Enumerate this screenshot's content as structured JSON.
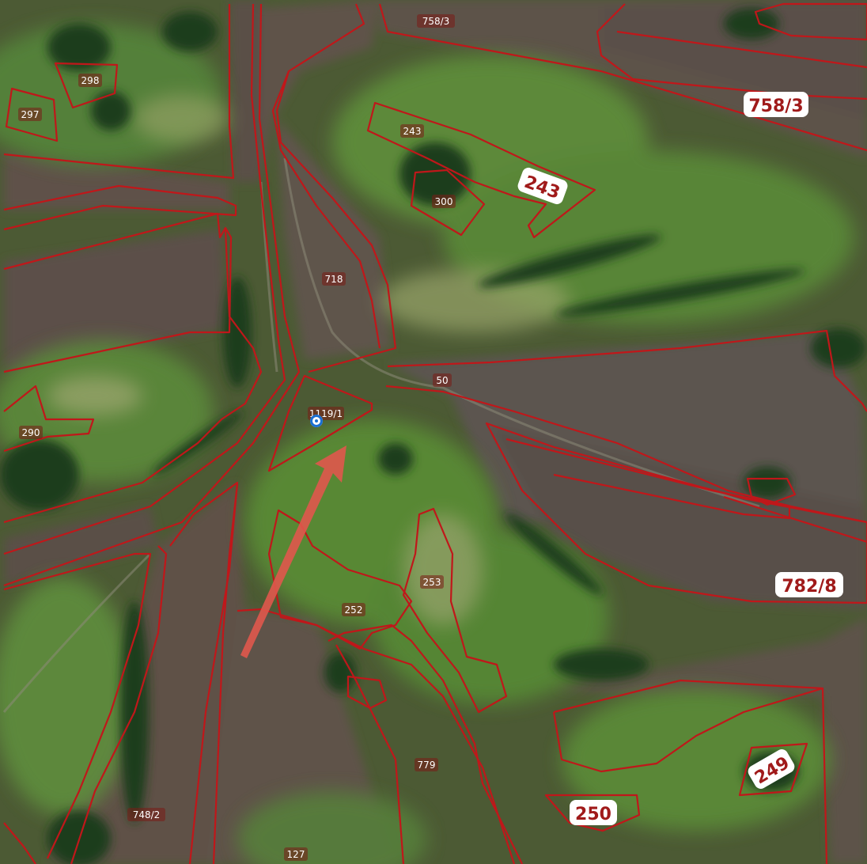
{
  "parcel_labels": {
    "p758_3_top": "758/3",
    "p758_3_big": "758/3",
    "p298": "298",
    "p297": "297",
    "p243_small": "243",
    "p243_big": "243",
    "p300": "300",
    "p718": "718",
    "p50": "50",
    "p1119_1": "1119/1",
    "p290": "290",
    "p253": "253",
    "p252": "252",
    "p782_8": "782/8",
    "p779": "779",
    "p249": "249",
    "p250": "250",
    "p748_2": "748/2",
    "p127": "127"
  },
  "colors": {
    "boundary": "#c0171a",
    "arrow": "#e0584c",
    "marker": "#1a6fd1"
  }
}
